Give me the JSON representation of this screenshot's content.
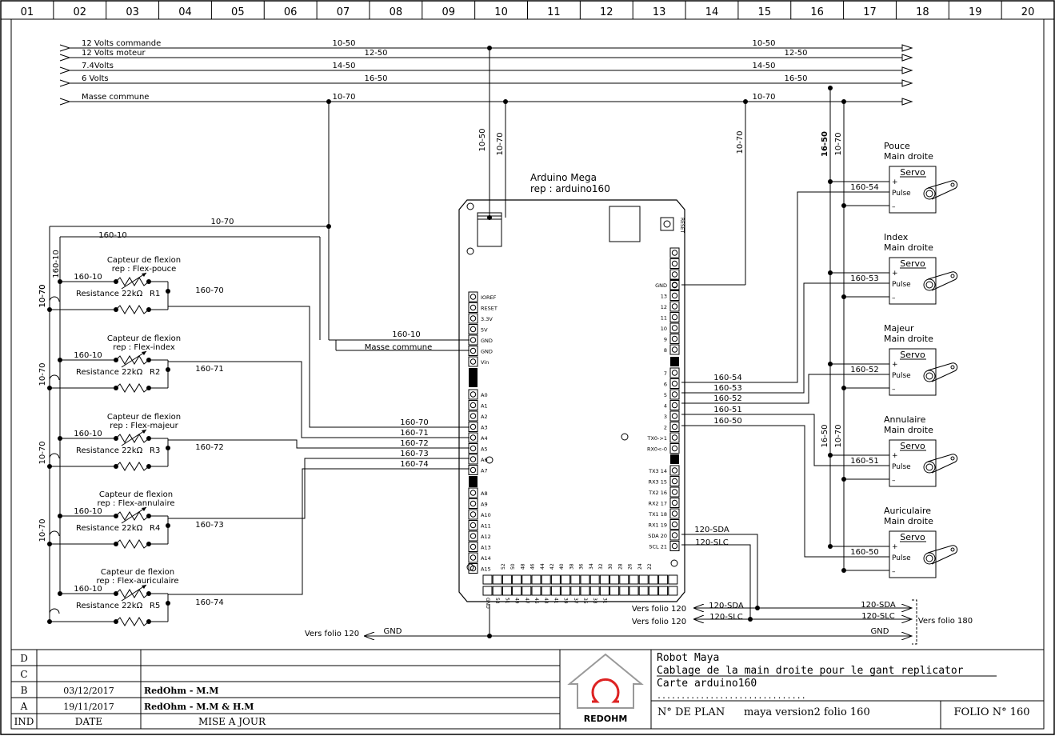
{
  "columns": [
    "01",
    "02",
    "03",
    "04",
    "05",
    "06",
    "07",
    "08",
    "09",
    "10",
    "11",
    "12",
    "13",
    "14",
    "15",
    "16",
    "17",
    "18",
    "19",
    "20"
  ],
  "buses": [
    {
      "name": "12 Volts commande",
      "ref_left": "10-50",
      "ref_right": "10-50"
    },
    {
      "name": "12 Volts moteur",
      "ref_left": "12-50",
      "ref_right": "12-50"
    },
    {
      "name": "7.4Volts",
      "ref_left": "14-50",
      "ref_right": "14-50"
    },
    {
      "name": "6 Volts",
      "ref_left": "16-50",
      "ref_right": "16-50"
    },
    {
      "name": "Masse commune",
      "ref_left": "10-70",
      "ref_right": "10-70"
    }
  ],
  "arduino": {
    "title": "Arduino Mega",
    "rep": "rep : arduino160",
    "reset_label": "RESET",
    "left_header_top": [
      "IOREF",
      "RESET",
      "3.3V",
      "5V",
      "GND",
      "GND",
      "Vin"
    ],
    "left_header_analog_a": [
      "A0",
      "A1",
      "A2",
      "A3",
      "A4",
      "A5",
      "A6",
      "A7"
    ],
    "left_header_analog_b": [
      "A8",
      "A9",
      "A10",
      "A11",
      "A12",
      "A13",
      "A14",
      "A15"
    ],
    "right_header_top": [
      "GND",
      "13",
      "12",
      "11",
      "10",
      "9",
      "8"
    ],
    "right_header_mid": [
      "7",
      "6",
      "5",
      "4",
      "3",
      "2",
      "TX0->1",
      "RX0<-0"
    ],
    "right_header_comm": [
      "TX3 14",
      "RX3 15",
      "TX2 16",
      "RX2 17",
      "TX1 18",
      "RX1 19",
      "SDA 20",
      "SCL 21"
    ],
    "bottom_pins_top": [
      "52",
      "50",
      "48",
      "46",
      "44",
      "42",
      "40",
      "38",
      "36",
      "34",
      "32",
      "30",
      "28",
      "26",
      "24",
      "22"
    ],
    "bottom_pins_bottom": [
      "GND",
      "53",
      "51",
      "49",
      "47",
      "45",
      "43",
      "41",
      "39",
      "37",
      "35",
      "33",
      "31"
    ]
  },
  "wire_labels": {
    "vcc_vertical_a": "10-50",
    "vcc_vertical_b": "10-70",
    "gnd_vertical": "10-70",
    "sensor_gnd": "10-70",
    "sensor_vcc": "160-10",
    "vertical_left_a": "10-70",
    "vertical_left_b": "160-10",
    "five_v_label": "160-10",
    "masse_label": "Masse commune",
    "servo_vcc_vertical": "16-50",
    "servo_gnd_vertical": "10-70"
  },
  "sensors": [
    {
      "title": "Capteur de flexion",
      "rep": "rep : Flex-pouce",
      "vcc": "160-10",
      "resistor": "Resistance 22kΩ",
      "rname": "R1",
      "signal": "160-70",
      "left_ref": "10-70"
    },
    {
      "title": "Capteur de flexion",
      "rep": "rep : Flex-index",
      "vcc": "160-10",
      "resistor": "Resistance 22kΩ",
      "rname": "R2",
      "signal": "160-71",
      "left_ref": "10-70"
    },
    {
      "title": "Capteur de flexion",
      "rep": "rep : Flex-majeur",
      "vcc": "160-10",
      "resistor": "Resistance 22kΩ",
      "rname": "R3",
      "signal": "160-72",
      "left_ref": "10-70"
    },
    {
      "title": "Capteur de flexion",
      "rep": "rep : Flex-annulaire",
      "vcc": "160-10",
      "resistor": "Resistance 22kΩ",
      "rname": "R4",
      "signal": "160-73",
      "left_ref": "10-70"
    },
    {
      "title": "Capteur de flexion",
      "rep": "rep : Flex-auriculaire",
      "vcc": "160-10",
      "resistor": "Resistance 22kΩ",
      "rname": "R5",
      "signal": "160-74",
      "left_ref": ""
    }
  ],
  "analog_wires": [
    "160-70",
    "160-71",
    "160-72",
    "160-73",
    "160-74"
  ],
  "servos": [
    {
      "finger": "Pouce",
      "side": "Main droite",
      "label": "Servo",
      "plus": "+",
      "pulse": "Pulse",
      "minus": "–",
      "wire": "160-54"
    },
    {
      "finger": "Index",
      "side": "Main droite",
      "label": "Servo",
      "plus": "+",
      "pulse": "Pulse",
      "minus": "–",
      "wire": "160-53"
    },
    {
      "finger": "Majeur",
      "side": "Main droite",
      "label": "Servo",
      "plus": "+",
      "pulse": "Pulse",
      "minus": "–",
      "wire": "160-52"
    },
    {
      "finger": "Annulaire",
      "side": "Main droite",
      "label": "Servo",
      "plus": "+",
      "pulse": "Pulse",
      "minus": "–",
      "wire": "160-51"
    },
    {
      "finger": "Auriculaire",
      "side": "Main droite",
      "label": "Servo",
      "plus": "+",
      "pulse": "Pulse",
      "minus": "–",
      "wire": "160-50"
    }
  ],
  "digital_wires": [
    "160-54",
    "160-53",
    "160-52",
    "160-51",
    "160-50"
  ],
  "i2c": {
    "sda_top": "120-SDA",
    "scl_top": "120-SLC",
    "sda_bottom": "120-SDA",
    "scl_bottom": "120-SLC",
    "sda_right": "120-SDA",
    "scl_right": "120-SLC",
    "vers_120_a": "Vers folio  120",
    "vers_120_b": "Vers folio  120",
    "vers_180": "Vers folio 180"
  },
  "gnd_line": {
    "left_text": "Vers folio 120",
    "left_label": "GND",
    "right_label": "GND"
  },
  "title_block": {
    "rev_letters": [
      "D",
      "C",
      "B",
      "A"
    ],
    "rev_dates": [
      "",
      "",
      "03/12/2017",
      "19/11/2017"
    ],
    "rev_desc": [
      "",
      "",
      "RedOhm  -  M.M",
      "RedOhm  -  M.M & H.M"
    ],
    "header_ind": "IND",
    "header_date": "DATE",
    "header_maj": "MISE A JOUR",
    "logo_text": "REDOHM",
    "project": "Robot Maya",
    "description": "Cablage de la main droite pour le gant replicator",
    "board": "Carte arduino160",
    "dots": "...............................",
    "plan_label": "N° DE PLAN",
    "plan_value": "maya version2 folio 160",
    "folio": "FOLIO N° 160"
  }
}
